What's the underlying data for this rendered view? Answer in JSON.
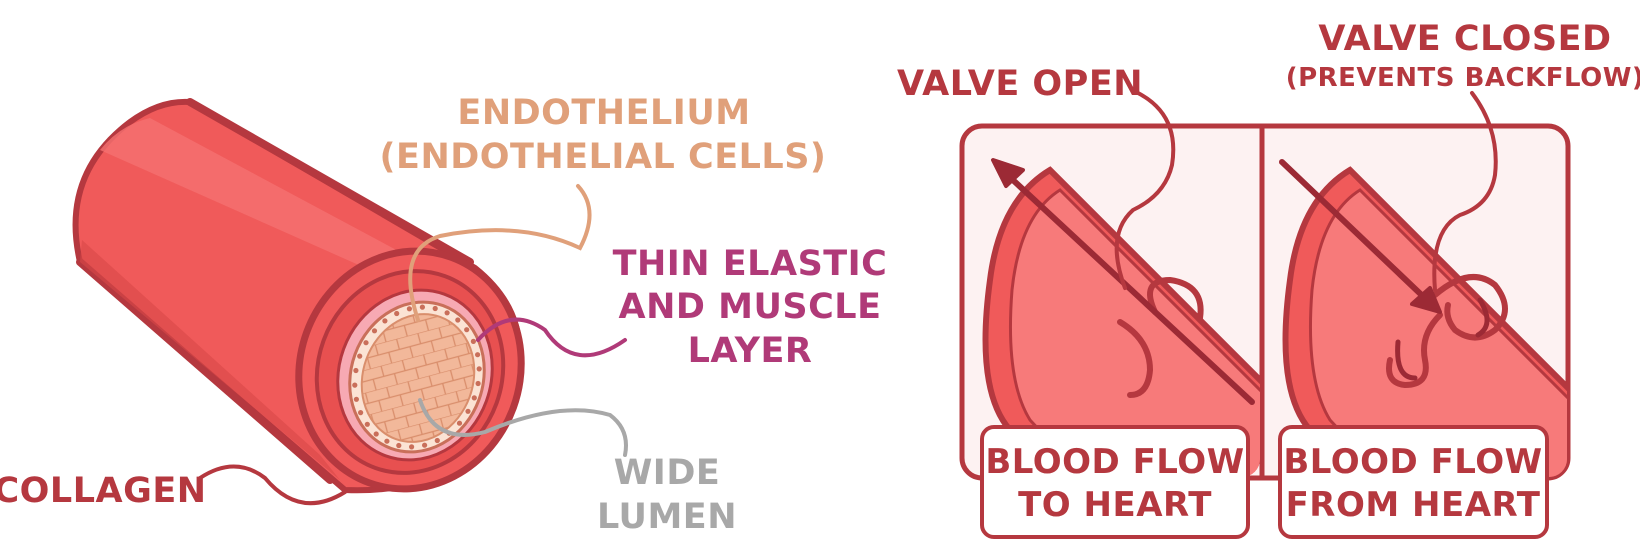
{
  "vein_labels": {
    "endothelium_line1": "ENDOTHELIUM",
    "endothelium_line2": "(ENDOTHELIAL CELLS)",
    "layer_line1": "THIN ELASTIC",
    "layer_line2": "AND MUSCLE",
    "layer_line3": "LAYER",
    "lumen_line1": "WIDE",
    "lumen_line2": "LUMEN",
    "collagen": "COLLAGEN"
  },
  "valve_labels": {
    "open": "VALVE OPEN",
    "closed_line1": "VALVE CLOSED",
    "closed_line2": "(PREVENTS BACKFLOW)"
  },
  "panels": [
    {
      "caption_line1": "BLOOD FLOW",
      "caption_line2": "TO HEART"
    },
    {
      "caption_line1": "BLOOD FLOW",
      "caption_line2": "FROM HEART"
    }
  ],
  "colors": {
    "vessel": "#f05a5a",
    "vessel_dark": "#b5383f",
    "endothelium": "#e0a07a",
    "layer": "#b03a78",
    "lumen": "#a8a8a8",
    "panel_bg": "#fdf2f2"
  }
}
